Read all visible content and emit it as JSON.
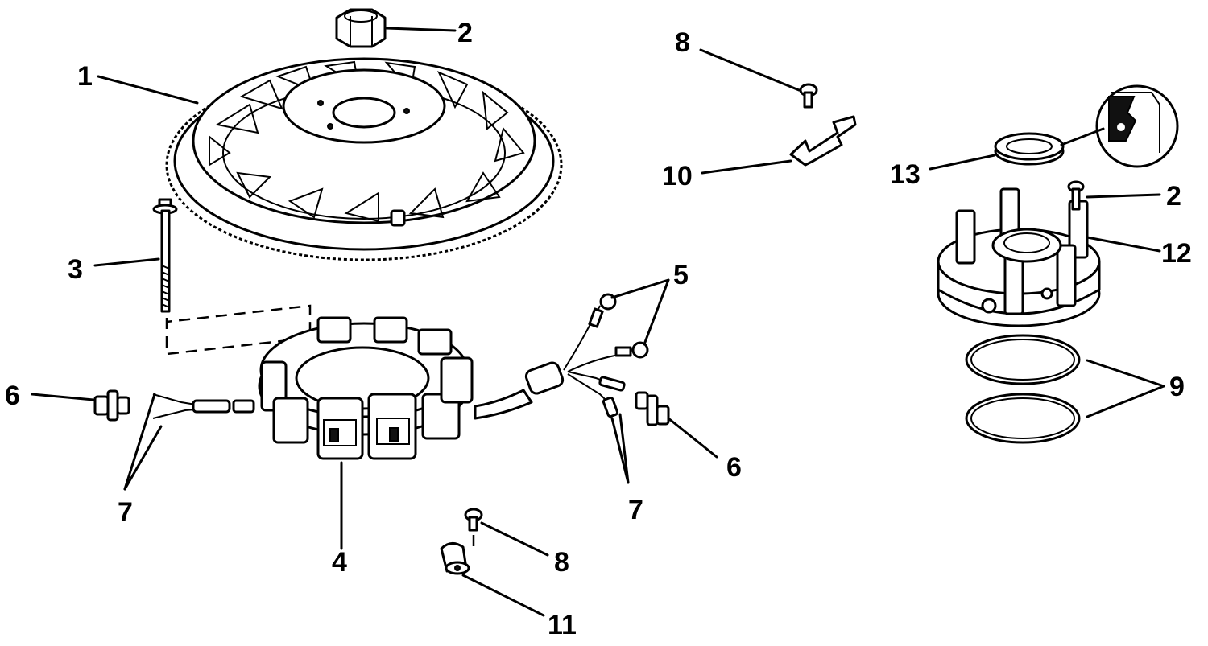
{
  "callouts": {
    "c1": "1",
    "c2a": "2",
    "c2b": "2",
    "c3": "3",
    "c4": "4",
    "c5": "5",
    "c6a": "6",
    "c6b": "6",
    "c7a": "7",
    "c7b": "7",
    "c8a": "8",
    "c8b": "8",
    "c9": "9",
    "c10": "10",
    "c11": "11",
    "c12": "12",
    "c13": "13"
  }
}
